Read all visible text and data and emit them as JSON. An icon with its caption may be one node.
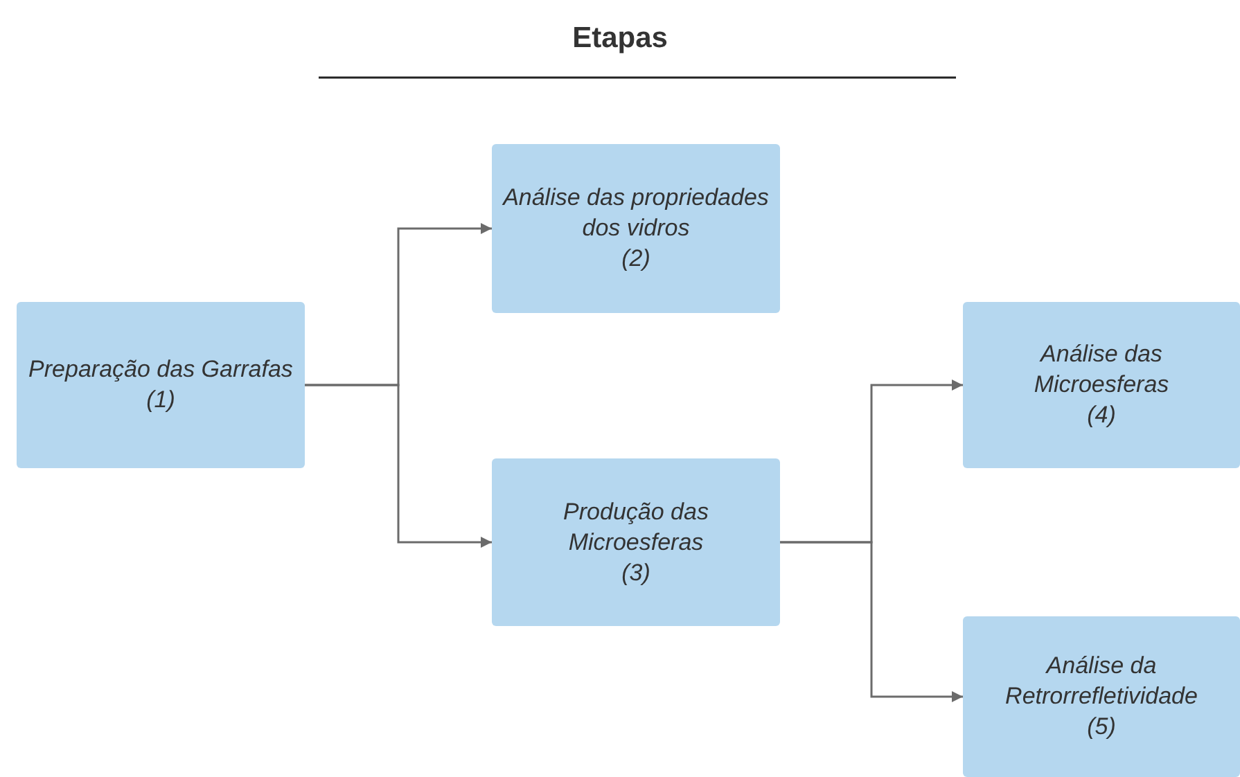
{
  "diagram": {
    "title": "Etapas",
    "nodes": [
      {
        "text": [
          "Preparação das Garrafas",
          "(1)"
        ]
      },
      {
        "text": [
          "Análise das propriedades dos vidros",
          "(2)"
        ]
      },
      {
        "text": [
          "Produção das Microesferas",
          "(3)"
        ]
      },
      {
        "text": [
          "Análise das Microesferas",
          "(4)"
        ]
      },
      {
        "text": [
          "Análise da Retrorrefletividade",
          "(5)"
        ]
      }
    ],
    "edges": [
      {
        "from": 0,
        "to": 1,
        "arrow": "to"
      },
      {
        "from": 0,
        "to": 2,
        "arrow": "to"
      },
      {
        "from": 2,
        "to": 3,
        "arrow": "to"
      },
      {
        "from": 2,
        "to": 4,
        "arrow": "to"
      }
    ]
  }
}
